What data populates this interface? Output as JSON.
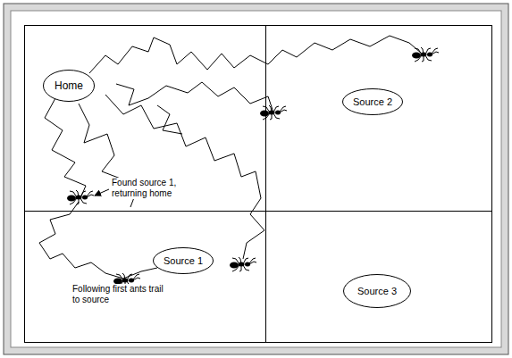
{
  "diagram": {
    "nodes": [
      {
        "text": [
          "Home"
        ]
      },
      {
        "text": [
          "Source 2"
        ]
      },
      {
        "text": [
          "Source 1"
        ]
      },
      {
        "text": [
          "Source 3"
        ]
      }
    ],
    "labels": [
      "Found source 1, returning home",
      "Following first ants trail to source"
    ]
  }
}
